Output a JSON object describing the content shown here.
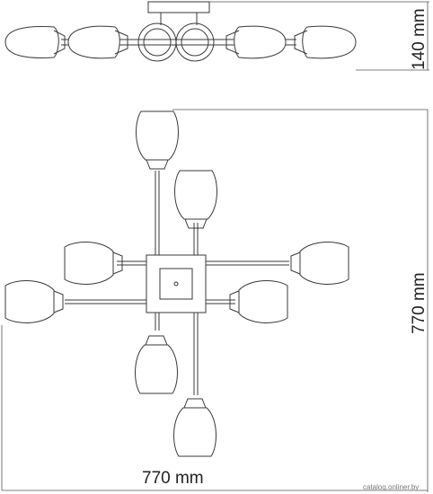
{
  "dimensions": {
    "height_label": "140 mm",
    "side_label": "770 mm",
    "bottom_label": "770 mm"
  },
  "watermark": "catalog.onliner.by",
  "product": {
    "arms": 8,
    "shades_top_view": 8,
    "shades_side_view": 6
  },
  "colors": {
    "line": "#3a3a3a",
    "background": "#ffffff"
  }
}
